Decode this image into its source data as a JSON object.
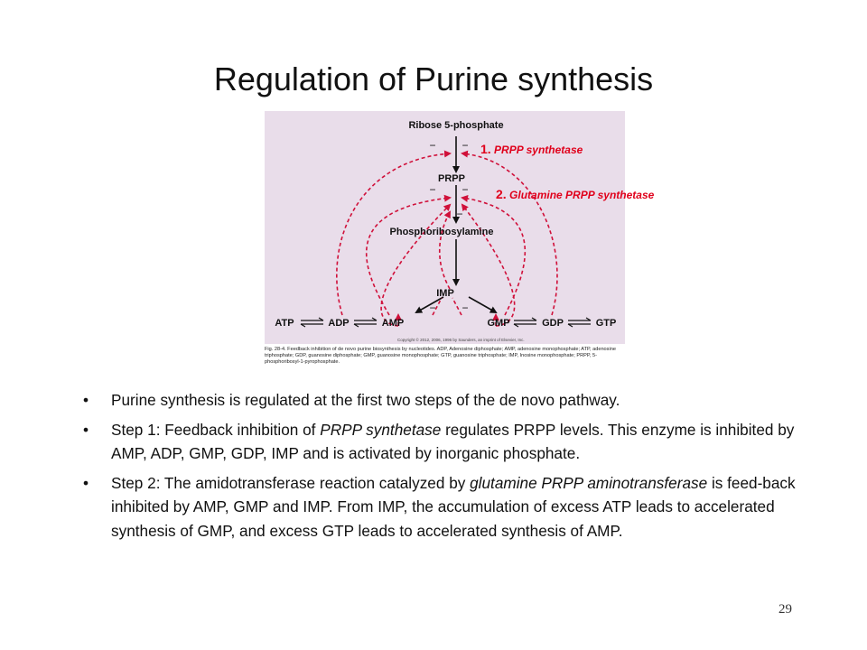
{
  "slide": {
    "title": "Regulation of Purine synthesis",
    "page_number": "29"
  },
  "diagram": {
    "nodes": {
      "ribose": "Ribose 5-phosphate",
      "prpp": "PRPP",
      "phosphoribosylamine": "Phosphoribosylamine",
      "imp": "IMP",
      "atp": "ATP",
      "adp": "ADP",
      "amp": "AMP",
      "gmp": "GMP",
      "gdp": "GDP",
      "gtp": "GTP"
    },
    "minus_sign": "−",
    "labels": {
      "step1_num": "1.",
      "step1_text": "PRPP synthetase",
      "step2_num": "2.",
      "step2_text": "Glutamine PRPP synthetase"
    },
    "caption": "Fig. 28-4. Feedback inhibition of de novo purine biosynthesis by nucleotides. ADP, Adenosine diphosphate; AMP, adenosine monophosphate; ATP, adenosine triphosphate; GDP, guanosine diphosphate; GMP, guanosine monophosphate; GTP, guanosine triphosphate; IMP, Inosine monophosphate; PRPP, 5-phosphoribosyl-1-pyrophosphate.",
    "copyright": "Copyright © 2012, 2006, 1996 by Saunders, an imprint of Elsevier, Inc.",
    "colors": {
      "panel": "#e9ddea",
      "inhibition": "#d0103a",
      "label": "#e0001b"
    }
  },
  "bullets": [
    {
      "marker": "•",
      "text": "Purine synthesis is regulated at the first two steps of the de novo pathway."
    },
    {
      "marker": "•",
      "pre": "Step 1: Feedback inhibition of ",
      "em": "PRPP synthetase",
      "post": " regulates PRPP levels.  This enzyme is inhibited by AMP, ADP, GMP, GDP, IMP and is activated by inorganic phosphate."
    },
    {
      "marker": "•",
      "pre": "Step 2: The amidotransferase reaction catalyzed by ",
      "em": "glutamine PRPP aminotransferase",
      "post": " is feed-back inhibited by AMP, GMP and IMP. From IMP, the accumulation of excess ATP leads to accelerated synthesis of GMP, and excess GTP leads to accelerated synthesis of AMP."
    }
  ]
}
